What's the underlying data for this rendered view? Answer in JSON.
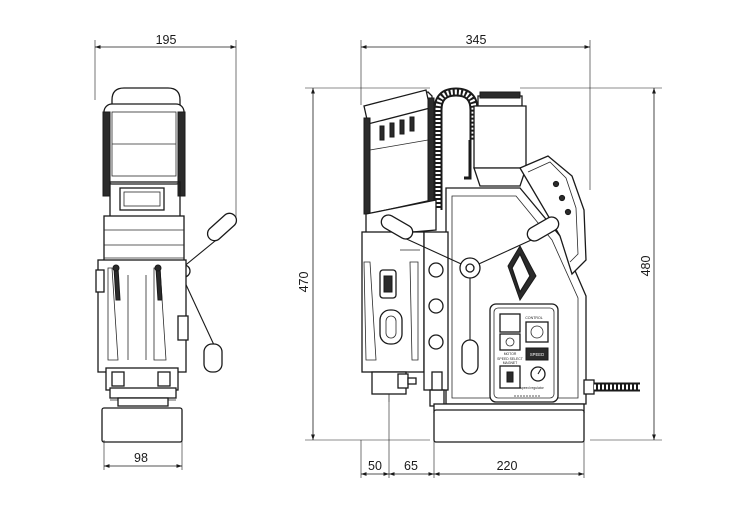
{
  "dimensions": {
    "front_width": "195",
    "front_base_width": "98",
    "side_width": "345",
    "side_height_left": "470",
    "side_height_right": "480",
    "side_bottom_a": "50",
    "side_bottom_b": "65",
    "side_bottom_c": "220"
  },
  "panel": {
    "top_right_label": "CONTROL",
    "mid_label": "MOTOR",
    "mid_label_2": "SPEED SELECT",
    "mid_label_3": "MAGNET",
    "bottom_label": "speed regulator",
    "badge": "SPEED"
  },
  "colors": {
    "line": "#1a1a1a",
    "fill_dark": "#2b2b2b",
    "fill_grey": "#d9d9d9",
    "background": "#ffffff"
  }
}
